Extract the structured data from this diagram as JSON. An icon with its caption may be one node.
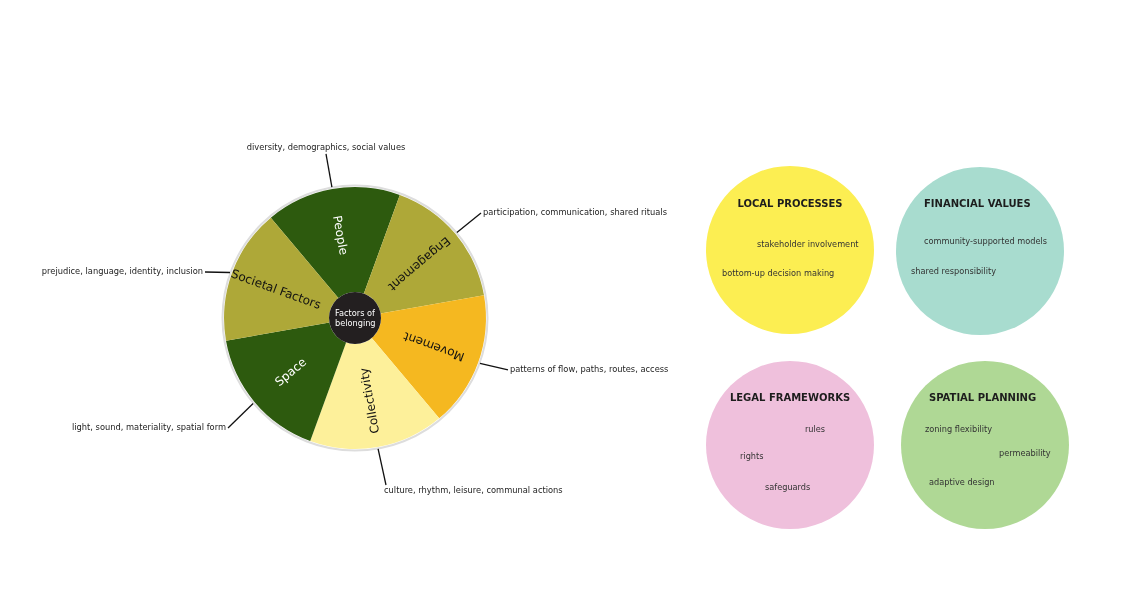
{
  "diagram": {
    "nodes": [
      {
        "text": [
          "Factors of belonging"
        ]
      },
      {
        "text": [
          "People"
        ]
      },
      {
        "text": [
          "Engagement"
        ]
      },
      {
        "text": [
          "Movement"
        ]
      },
      {
        "text": [
          "Collectivity"
        ]
      },
      {
        "text": [
          "Space"
        ]
      },
      {
        "text": [
          "Societal Factors"
        ]
      },
      {
        "text": [
          "diversity, demographics, social values"
        ]
      },
      {
        "text": [
          "participation, communication, shared rituals"
        ]
      },
      {
        "text": [
          "patterns of flow, paths, routes, access"
        ]
      },
      {
        "text": [
          "culture, rhythm, leisure, communal actions"
        ]
      },
      {
        "text": [
          "light, sound, materiality, spatial form"
        ]
      },
      {
        "text": [
          "prejudice, language, identity, inclusion"
        ]
      },
      {
        "text": [
          "LOCAL PROCESSES",
          "stakeholder involvement",
          "bottom-up decision making"
        ]
      },
      {
        "text": [
          "FINANCIAL VALUES",
          "community-supported models",
          "shared responsibility"
        ]
      },
      {
        "text": [
          "LEGAL FRAMEWORKS",
          "rules",
          "rights",
          "safeguards"
        ]
      },
      {
        "text": [
          "SPATIAL PLANNING",
          "zoning flexibility",
          "permeability",
          "adaptive design"
        ]
      }
    ],
    "edges": [
      {
        "from": 7,
        "to": 1,
        "arrow": "none"
      },
      {
        "from": 8,
        "to": 2,
        "arrow": "none"
      },
      {
        "from": 9,
        "to": 3,
        "arrow": "none"
      },
      {
        "from": 10,
        "to": 4,
        "arrow": "none"
      },
      {
        "from": 11,
        "to": 5,
        "arrow": "none"
      },
      {
        "from": 12,
        "to": 6,
        "arrow": "none"
      }
    ]
  }
}
